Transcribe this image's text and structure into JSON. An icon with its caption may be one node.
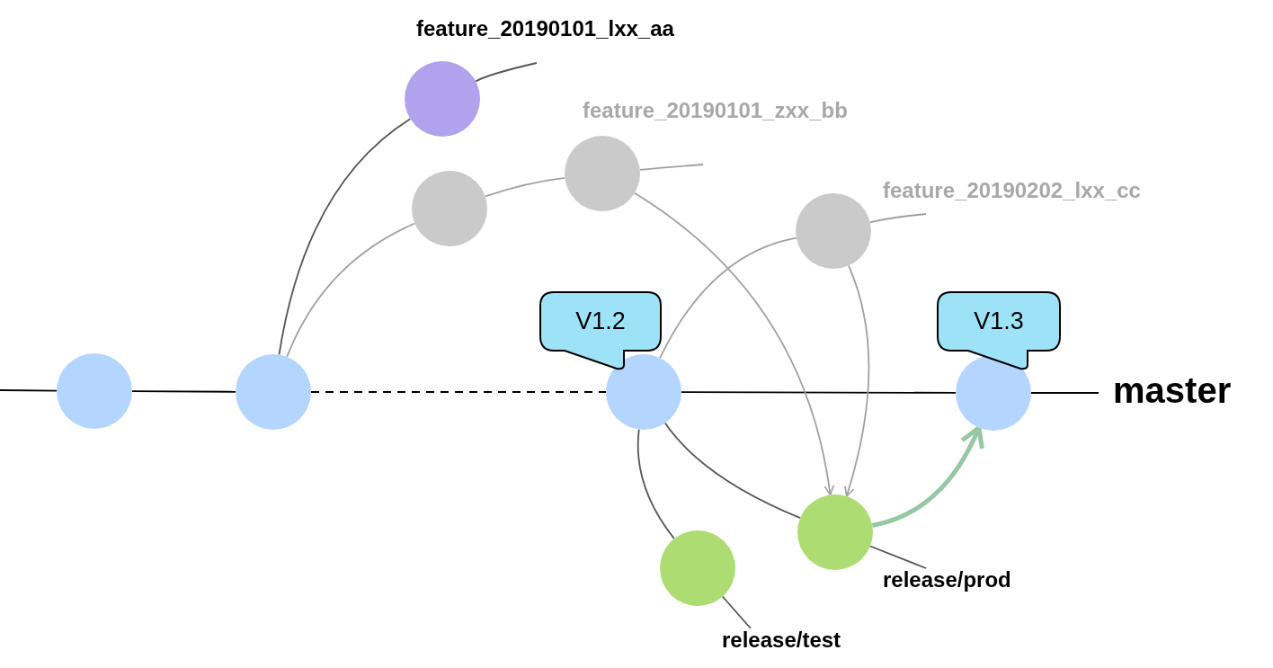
{
  "diagram": {
    "nodes": [
      {
        "text": [],
        "shape": "circle"
      },
      {
        "text": [],
        "shape": "circle"
      },
      {
        "text": [],
        "shape": "circle"
      },
      {
        "text": [],
        "shape": "circle"
      },
      {
        "text": [],
        "shape": "circle"
      },
      {
        "text": [],
        "shape": "circle"
      },
      {
        "text": [],
        "shape": "circle"
      },
      {
        "text": [],
        "shape": "circle"
      },
      {
        "text": [],
        "shape": "circle"
      },
      {
        "text": [],
        "shape": "circle"
      },
      {
        "text": [
          "V1.2"
        ]
      },
      {
        "text": [
          "V1.3"
        ]
      },
      {
        "text": [
          "release/prod"
        ]
      },
      {
        "text": [
          "release/test"
        ]
      }
    ],
    "edges": [
      {
        "from": null,
        "to": 0,
        "arrow": "none",
        "color": "#000000"
      },
      {
        "from": 0,
        "to": 1,
        "arrow": "none",
        "color": "#000000"
      },
      {
        "from": 1,
        "to": 2,
        "arrow": "none",
        "style": "dashed",
        "color": "#000000"
      },
      {
        "from": 2,
        "to": 3,
        "arrow": "none",
        "color": "#000000"
      },
      {
        "from": 3,
        "to": null,
        "arrow": "none",
        "color": "#000000"
      },
      {
        "from": 1,
        "to": 4,
        "arrow": "none",
        "color": "#555555"
      },
      {
        "from": 4,
        "to": null,
        "arrow": "none",
        "color": "#555555"
      },
      {
        "from": 1,
        "to": 5,
        "arrow": "none"
      },
      {
        "from": 5,
        "to": 6,
        "arrow": "none"
      },
      {
        "from": 6,
        "to": null,
        "arrow": "none"
      },
      {
        "from": 6,
        "to": 9,
        "arrow": "to"
      },
      {
        "from": 2,
        "to": 7,
        "arrow": "none"
      },
      {
        "from": 7,
        "to": null,
        "arrow": "none"
      },
      {
        "from": 7,
        "to": 9,
        "arrow": "to"
      },
      {
        "from": 2,
        "to": 8,
        "arrow": "none",
        "color": "#555555"
      },
      {
        "from": 8,
        "to": 13,
        "arrow": "none",
        "color": "#555555"
      },
      {
        "from": 2,
        "to": 9,
        "arrow": "none",
        "color": "#555555"
      },
      {
        "from": 9,
        "to": 12,
        "arrow": "none",
        "color": "#555555"
      },
      {
        "from": 9,
        "to": 3,
        "arrow": "to",
        "style": "thick",
        "color": "#96c8a4"
      }
    ],
    "labels": [
      "feature_20190101_lxx_aa",
      "feature_20190101_zxx_bb",
      "feature_20190202_lxx_cc",
      "master"
    ]
  }
}
